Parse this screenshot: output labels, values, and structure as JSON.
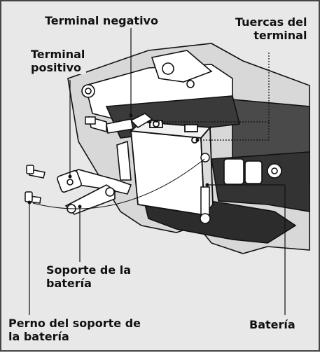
{
  "labels": {
    "terminal_negativo": "Terminal negativo",
    "tuercas_del_terminal": "Tuercas del\nterminal",
    "terminal_positivo": "Terminal\npositivo",
    "soporte_de_la_bateria": "Soporte de la\nbatería",
    "perno_del_soporte": "Perno del soporte de\nla batería",
    "bateria": "Batería"
  },
  "colors": {
    "background": "#e8e8e8",
    "border": "#444444",
    "ink": "#111111"
  }
}
